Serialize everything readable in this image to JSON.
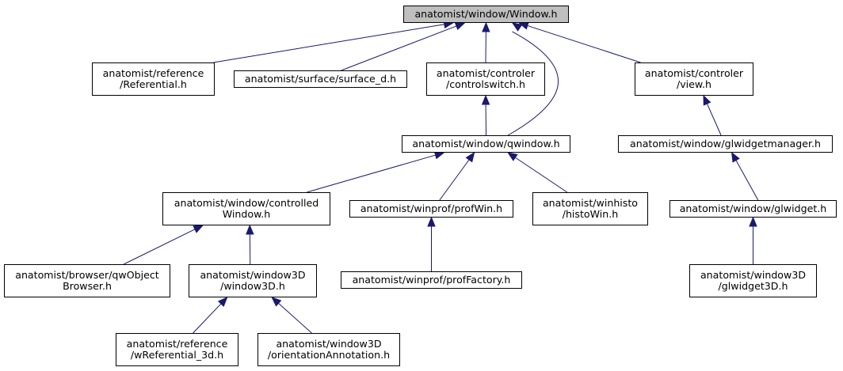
{
  "colors": {
    "edge": "#191970",
    "root_fill": "#bfbfbf",
    "node_fill": "#ffffff",
    "border": "#000000"
  },
  "nodes": {
    "window": {
      "lines": [
        "anatomist/window/Window.h"
      ]
    },
    "referential": {
      "lines": [
        "anatomist/reference",
        "/Referential.h"
      ]
    },
    "surface_d": {
      "lines": [
        "anatomist/surface/surface_d.h"
      ]
    },
    "controlswitch": {
      "lines": [
        "anatomist/controler",
        "/controlswitch.h"
      ]
    },
    "view": {
      "lines": [
        "anatomist/controler",
        "/view.h"
      ]
    },
    "qwindow": {
      "lines": [
        "anatomist/window/qwindow.h"
      ]
    },
    "glwidgetmanager": {
      "lines": [
        "anatomist/window/glwidgetmanager.h"
      ]
    },
    "controlledwindow": {
      "lines": [
        "anatomist/window/controlled",
        "Window.h"
      ]
    },
    "profwin": {
      "lines": [
        "anatomist/winprof/profWin.h"
      ]
    },
    "histowin": {
      "lines": [
        "anatomist/winhisto",
        "/histoWin.h"
      ]
    },
    "glwidget": {
      "lines": [
        "anatomist/window/glwidget.h"
      ]
    },
    "qwobjectbrowser": {
      "lines": [
        "anatomist/browser/qwObject",
        "Browser.h"
      ]
    },
    "window3d": {
      "lines": [
        "anatomist/window3D",
        "/window3D.h"
      ]
    },
    "proffactory": {
      "lines": [
        "anatomist/winprof/profFactory.h"
      ]
    },
    "glwidget3d": {
      "lines": [
        "anatomist/window3D",
        "/glwidget3D.h"
      ]
    },
    "wreferential3d": {
      "lines": [
        "anatomist/reference",
        "/wReferential_3d.h"
      ]
    },
    "orientation": {
      "lines": [
        "anatomist/window3D",
        "/orientationAnnotation.h"
      ]
    }
  },
  "edges": [
    [
      "referential",
      "window"
    ],
    [
      "surface_d",
      "window"
    ],
    [
      "controlswitch",
      "window"
    ],
    [
      "qwindow",
      "window"
    ],
    [
      "view",
      "window"
    ],
    [
      "qwindow",
      "controlswitch"
    ],
    [
      "glwidgetmanager",
      "view"
    ],
    [
      "controlledwindow",
      "qwindow"
    ],
    [
      "profwin",
      "qwindow"
    ],
    [
      "histowin",
      "qwindow"
    ],
    [
      "glwidget",
      "glwidgetmanager"
    ],
    [
      "qwobjectbrowser",
      "controlledwindow"
    ],
    [
      "window3d",
      "controlledwindow"
    ],
    [
      "proffactory",
      "profwin"
    ],
    [
      "glwidget3d",
      "glwidget"
    ],
    [
      "wreferential3d",
      "window3d"
    ],
    [
      "orientation",
      "window3d"
    ]
  ]
}
